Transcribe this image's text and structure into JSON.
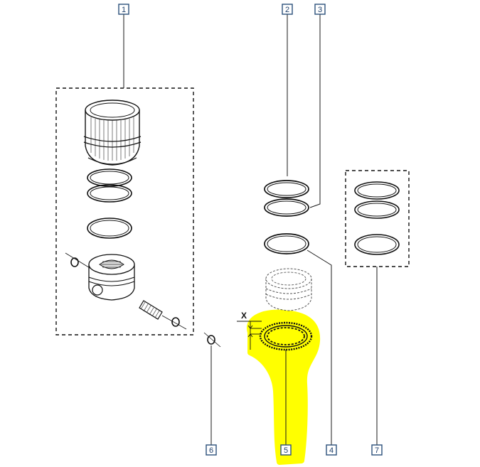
{
  "callouts": {
    "c1": "1",
    "c2": "2",
    "c3": "3",
    "c4": "4",
    "c5": "5",
    "c6": "6",
    "c7": "7"
  },
  "dimension_label": "X",
  "highlight_color": "#ffff00",
  "callout_color": "#2a4f7a"
}
